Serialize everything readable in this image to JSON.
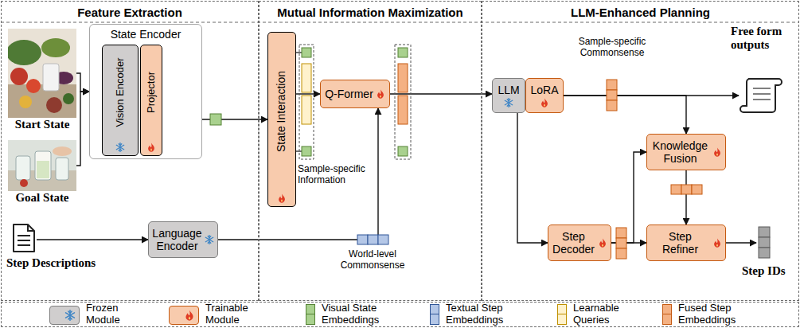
{
  "diagram": {
    "nodes": [
      {
        "text": [
          "Feature Extraction"
        ]
      },
      {
        "text": [
          "Mutual Information Maximization"
        ]
      },
      {
        "text": [
          "LLM-Enhanced Planning"
        ]
      },
      {
        "text": [
          "Start State"
        ],
        "in": 0
      },
      {
        "text": [
          "Goal State"
        ],
        "in": 0
      },
      {
        "text": [
          "State Encoder"
        ],
        "in": 0
      },
      {
        "text": [
          "Vision Encoder"
        ],
        "in": 5
      },
      {
        "text": [
          "Projector"
        ],
        "in": 5
      },
      {
        "text": [
          "Step Descriptions"
        ],
        "in": 0
      },
      {
        "text": [
          "Language Encoder"
        ],
        "in": 0
      },
      {
        "text": [
          "State Interaction"
        ],
        "in": 1
      },
      {
        "text": [
          "Q-Former"
        ],
        "in": 1
      },
      {
        "text": [
          "LLM"
        ],
        "in": 2
      },
      {
        "text": [
          "LoRA"
        ],
        "in": 2
      },
      {
        "text": [
          "Free form outputs"
        ],
        "in": 2
      },
      {
        "text": [
          "Knowledge Fusion"
        ],
        "in": 2
      },
      {
        "text": [
          "Step Decoder"
        ],
        "in": 2
      },
      {
        "text": [
          "Step Refiner"
        ],
        "in": 2
      },
      {
        "text": [
          "Step IDs"
        ],
        "in": 2
      }
    ],
    "edges": [
      {
        "from": 3,
        "to": 5,
        "arrow": "to"
      },
      {
        "from": 4,
        "to": 5,
        "arrow": "to"
      },
      {
        "from": 5,
        "to": 10,
        "arrow": "to"
      },
      {
        "from": 8,
        "to": 9,
        "arrow": "to"
      },
      {
        "from": 9,
        "to": 11,
        "arrow": "to"
      },
      {
        "from": 10,
        "to": 11,
        "arrow": "to"
      },
      {
        "from": 11,
        "to": 12,
        "arrow": "to"
      },
      {
        "from": 12,
        "to": 16,
        "arrow": "to"
      },
      {
        "from": 13,
        "to": 14,
        "arrow": "to"
      },
      {
        "from": 13,
        "to": 15,
        "arrow": "to"
      },
      {
        "from": 16,
        "to": 15,
        "arrow": "to"
      },
      {
        "from": 16,
        "to": 17,
        "arrow": "to"
      },
      {
        "from": 15,
        "to": 17,
        "arrow": "to"
      },
      {
        "from": 17,
        "to": 18,
        "arrow": "to"
      }
    ],
    "labels": [
      "Sample-specific Information",
      "World-level Commonsense",
      "Sample-specific Commonsense"
    ],
    "legend": [
      {
        "text": "Frozen Module",
        "color": "#d0cece"
      },
      {
        "text": "Trainable Module",
        "color": "#f8cbad"
      },
      {
        "text": "Visual State Embeddings",
        "color": "#a9d18e"
      },
      {
        "text": "Textual Step Embeddings",
        "color": "#b4c7e7"
      },
      {
        "text": "Learnable Queries",
        "color": "#fff2cc"
      },
      {
        "text": "Fused Step Embeddings",
        "color": "#f4b183"
      }
    ]
  }
}
